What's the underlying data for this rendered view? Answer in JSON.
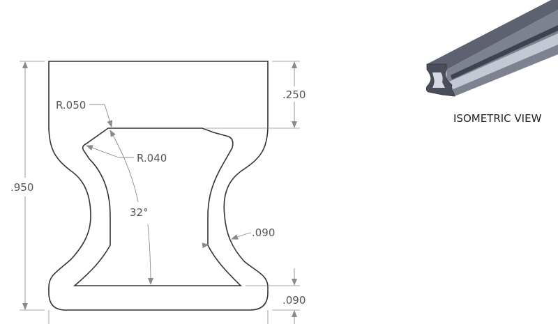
{
  "dimensions": {
    "overall_height": ".950",
    "top_thickness": ".250",
    "bottom_thickness": ".090",
    "wall_thickness": ".090",
    "radius_outer": "R.050",
    "radius_inner": "R.040",
    "angle": "32°"
  },
  "iso_caption": "ISOMETRIC VIEW",
  "colors": {
    "line": "#333333",
    "dimension": "#8a8a8a",
    "text": "#555555",
    "iso_top": "#5d6170",
    "iso_side": "#9aa0ad",
    "iso_dark": "#3f4350"
  }
}
